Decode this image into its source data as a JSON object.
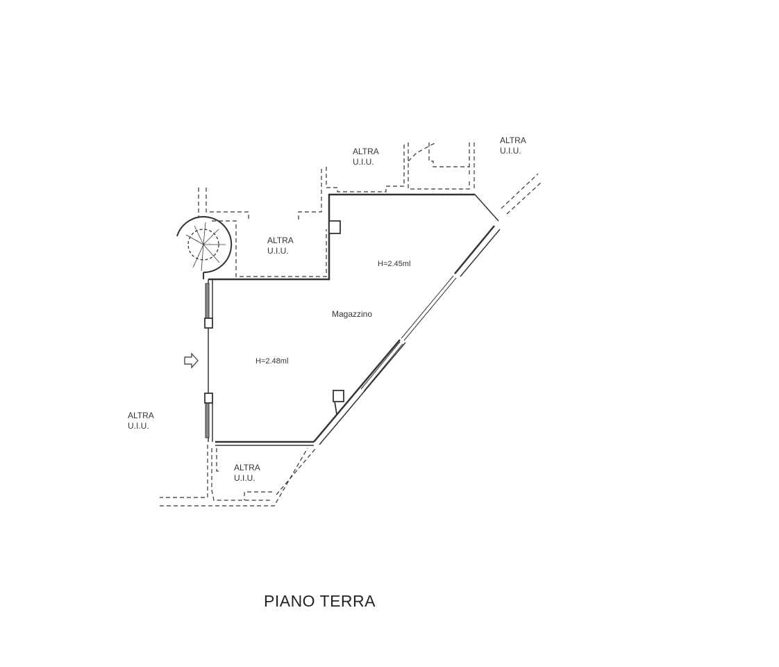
{
  "plan": {
    "title": "PIANO TERRA",
    "room_name": "Magazzino",
    "heights": [
      "H=2.45ml",
      "H=2.48ml"
    ],
    "neighbor_units": [
      {
        "line1": "ALTRA",
        "line2": "U.I.U."
      },
      {
        "line1": "ALTRA",
        "line2": "U.I.U."
      },
      {
        "line1": "ALTRA",
        "line2": "U.I.U."
      },
      {
        "line1": "ALTRA",
        "line2": "U.I.U."
      },
      {
        "line1": "ALTRA",
        "line2": "U.I.U."
      }
    ],
    "entrance_icon": "arrow-right-icon",
    "stair_icon": "spiral-staircase-icon"
  }
}
